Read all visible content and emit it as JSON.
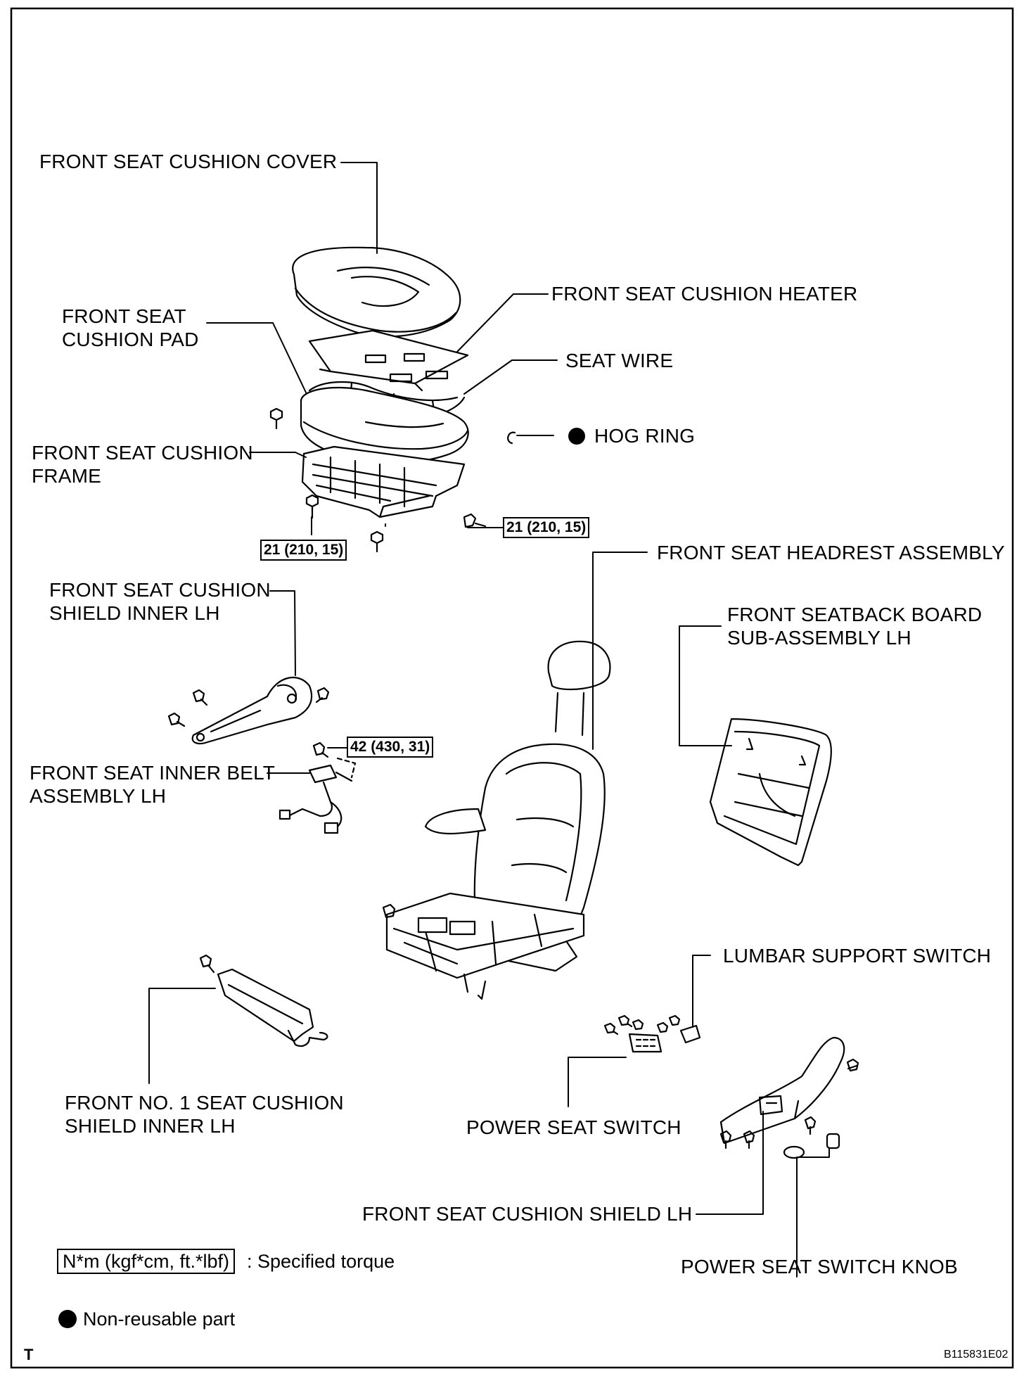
{
  "labels": {
    "cushion_cover": "FRONT SEAT CUSHION COVER",
    "cushion_heater": "FRONT SEAT CUSHION HEATER",
    "cushion_pad": "FRONT SEAT\nCUSHION PAD",
    "seat_wire": "SEAT WIRE",
    "hog_ring": "HOG RING",
    "cushion_frame": "FRONT SEAT CUSHION\nFRAME",
    "headrest": "FRONT SEAT HEADREST ASSEMBLY",
    "shield_inner": "FRONT SEAT CUSHION\nSHIELD INNER LH",
    "seatback_board": "FRONT SEATBACK BOARD\nSUB-ASSEMBLY LH",
    "inner_belt": "FRONT SEAT INNER BELT\nASSEMBLY LH",
    "lumbar_switch": "LUMBAR SUPPORT SWITCH",
    "no1_shield_inner": "FRONT NO. 1 SEAT CUSHION\nSHIELD INNER LH",
    "power_seat_switch": "POWER SEAT SWITCH",
    "cushion_shield": "FRONT SEAT CUSHION SHIELD LH",
    "switch_knob": "POWER SEAT SWITCH KNOB"
  },
  "torques": {
    "frame_left": "21 (210, 15)",
    "frame_right": "21 (210, 15)",
    "belt": "42 (430, 31)"
  },
  "legend": {
    "torque_unit": "N*m (kgf*cm, ft.*lbf)",
    "torque_text": ": Specified torque",
    "nonreusable_text": "Non-reusable part"
  },
  "footer": {
    "corner_mark": "T",
    "figure_id": "B115831E02"
  }
}
